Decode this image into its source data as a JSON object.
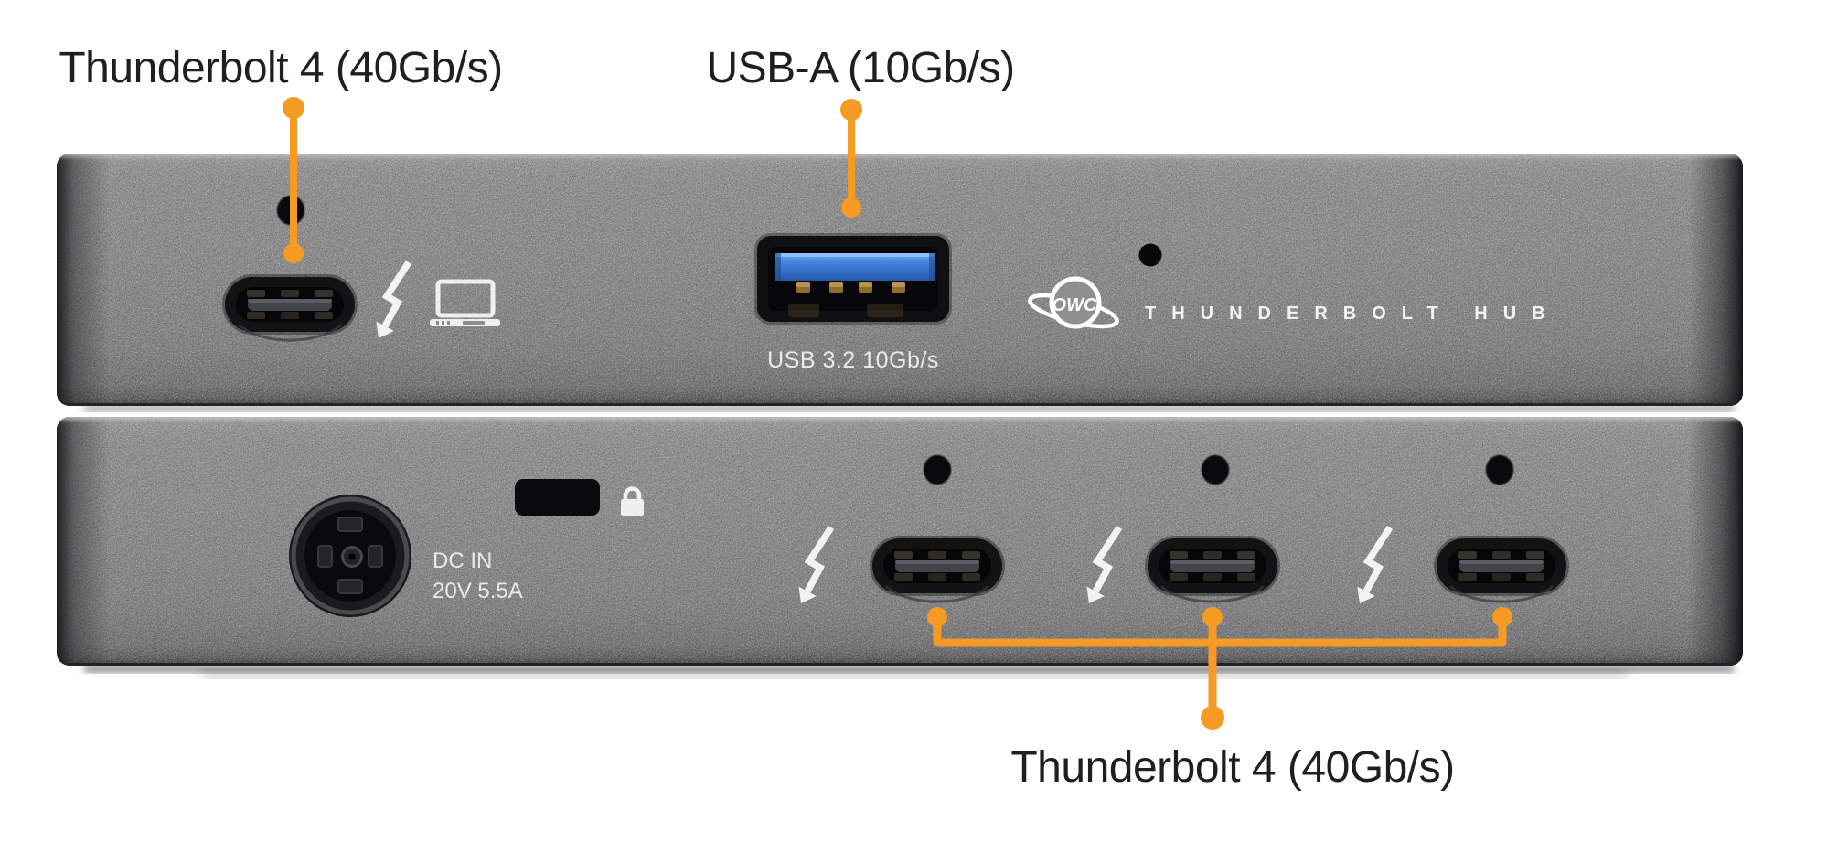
{
  "callouts": {
    "front_thunderbolt": {
      "label": "Thunderbolt 4 (40Gb/s)"
    },
    "front_usb_a": {
      "label": "USB-A (10Gb/s)"
    },
    "rear_thunderbolt": {
      "label": "Thunderbolt 4 (40Gb/s)"
    }
  },
  "front_panel": {
    "usb_a_caption": "USB 3.2 10Gb/s",
    "logo_text": "OWC",
    "product_name": "THUNDERBOLT HUB"
  },
  "rear_panel": {
    "dc_in_line1": "DC IN",
    "dc_in_line2": "20V 5.5A"
  },
  "icons": {
    "thunderbolt": "thunderbolt-bolt-arrow-icon",
    "laptop": "laptop-outline-icon",
    "lock": "padlock-icon",
    "logo": "owc-planet-ring-logo"
  },
  "colors": {
    "accent_orange": "#F59A22",
    "body_gray": "#8C8C8E",
    "usb_blue": "#3D7FD9",
    "label_text": "#1F1F1F",
    "panel_text": "#E9E9EB"
  }
}
